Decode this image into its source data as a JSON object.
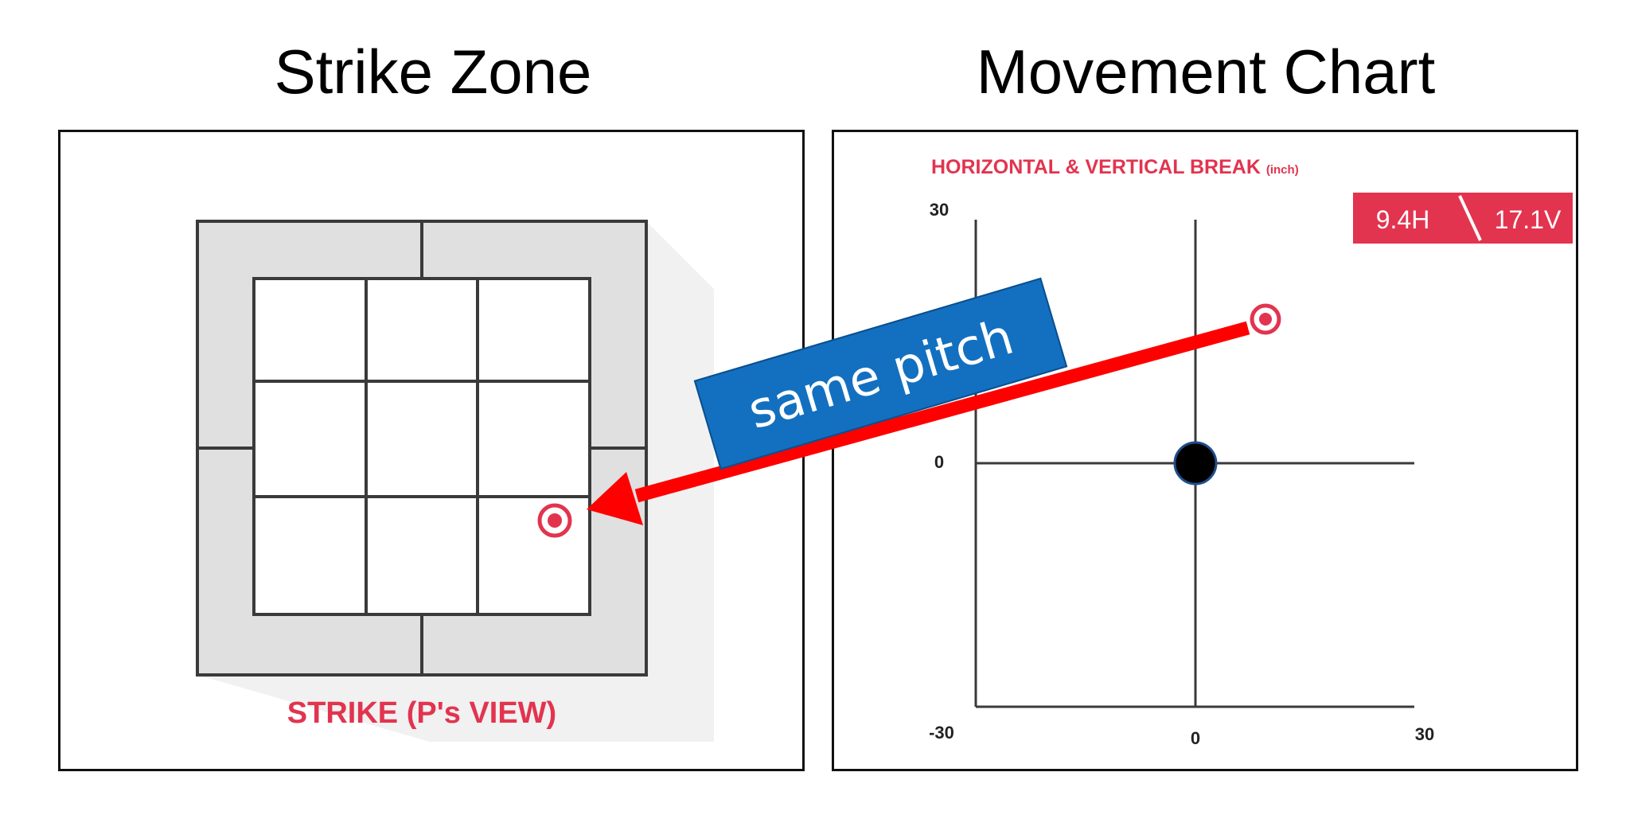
{
  "headings": {
    "left": "Strike Zone",
    "right": "Movement Chart"
  },
  "strike_zone": {
    "caption": "STRIKE (P's VIEW)",
    "grid": "3x3",
    "pitch_marker_icon": "target-dot-icon"
  },
  "movement_chart": {
    "title": "HORIZONTAL & VERTICAL BREAK",
    "title_unit": "(inch)",
    "y_ticks": [
      "30",
      "0",
      "-30"
    ],
    "x_ticks": [
      "0",
      "30"
    ],
    "origin_icon": "black-circle-icon",
    "pitch_marker_icon": "target-dot-icon",
    "badge": {
      "horizontal": "9.4H",
      "vertical": "17.1V"
    }
  },
  "callout": {
    "text": "same pitch",
    "arrow": "right-to-left red arrow"
  },
  "colors": {
    "accent_red": "#e2344f",
    "arrow_red": "#ff0000",
    "callout_blue": "#1370c0",
    "zone_gray": "#e0e0e0"
  }
}
